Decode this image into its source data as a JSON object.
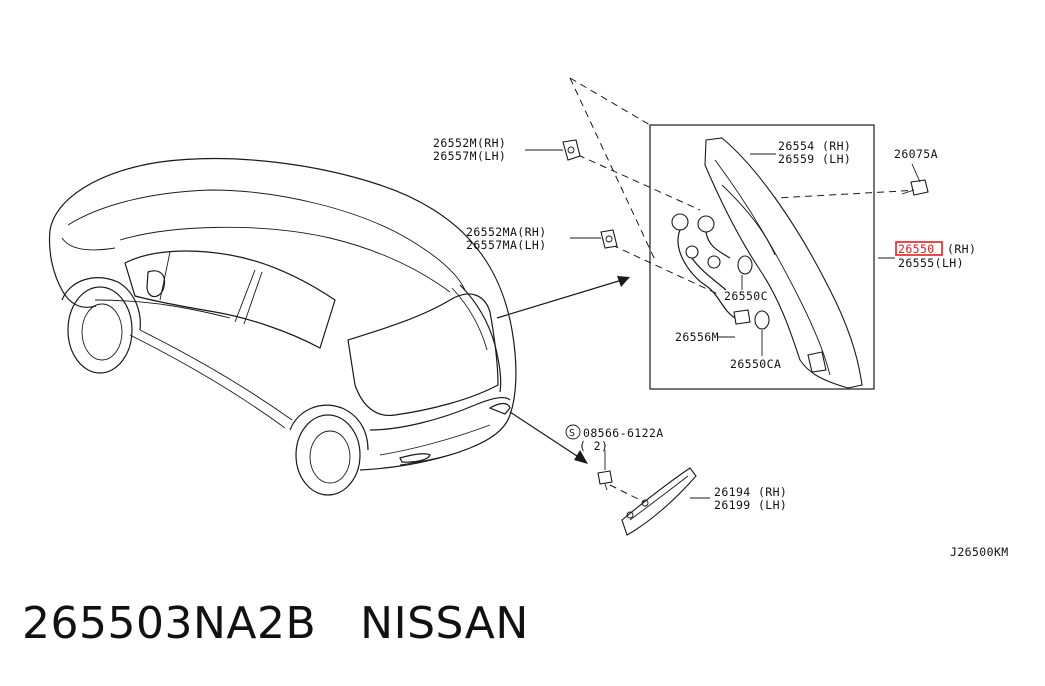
{
  "diagram": {
    "callouts": {
      "c26552m": "26552M(RH)",
      "c26557m": "26557M(LH)",
      "c26552ma": "26552MA(RH)",
      "c26557ma": "26557MA(LH)",
      "c26554": "26554 (RH)",
      "c26559": "26559 (LH)",
      "c26075a": "26075A",
      "c26550_code": "26550",
      "c26550_rh": "(RH)",
      "c26555": "26555(LH)",
      "c26550c": "26550C",
      "c26556m": "26556M",
      "c26550ca": "26550CA",
      "c08566": "08566-6122A",
      "c08566_qty": "( 2)",
      "c26194": "26194 (RH)",
      "c26199": "26199 (LH)",
      "ref_code": "J26500KM"
    },
    "highlight_color": "#e02020"
  },
  "caption": {
    "part_number": "265503NA2B",
    "brand": "NISSAN"
  }
}
